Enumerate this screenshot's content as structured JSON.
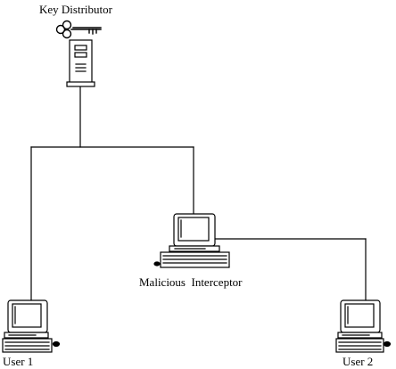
{
  "nodes": {
    "key_distributor": {
      "label": "Key Distributor",
      "icon": "key-and-server-icon"
    },
    "interceptor": {
      "label": "Malicious  Interceptor",
      "icon": "computer-icon"
    },
    "user1": {
      "label": "User 1",
      "icon": "computer-icon"
    },
    "user2": {
      "label": "User 2",
      "icon": "computer-icon"
    }
  }
}
